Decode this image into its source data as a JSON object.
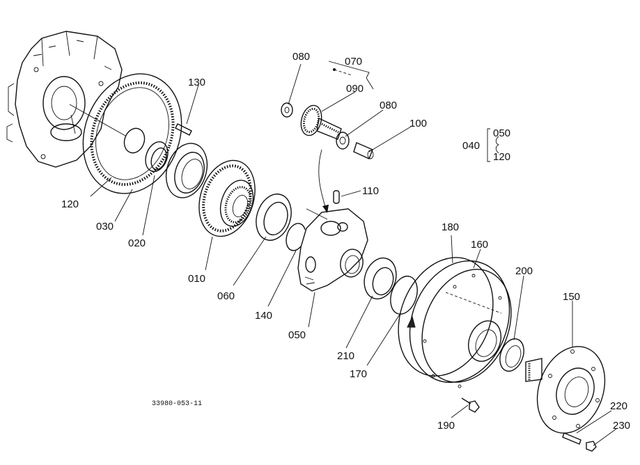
{
  "drawing_code": "33980-053-11",
  "labels": {
    "p010": "010",
    "p020": "020",
    "p030": "030",
    "p040": "040",
    "p050": "050",
    "p050b": "050",
    "p060": "060",
    "p070": "070",
    "p080a": "080",
    "p080b": "080",
    "p090": "090",
    "p100": "100",
    "p110": "110",
    "p120": "120",
    "p120b": "120",
    "p130": "130",
    "p140": "140",
    "p150": "150",
    "p160": "160",
    "p170": "170",
    "p180": "180",
    "p190": "190",
    "p200": "200",
    "p210": "210",
    "p220": "220",
    "p230": "230"
  }
}
